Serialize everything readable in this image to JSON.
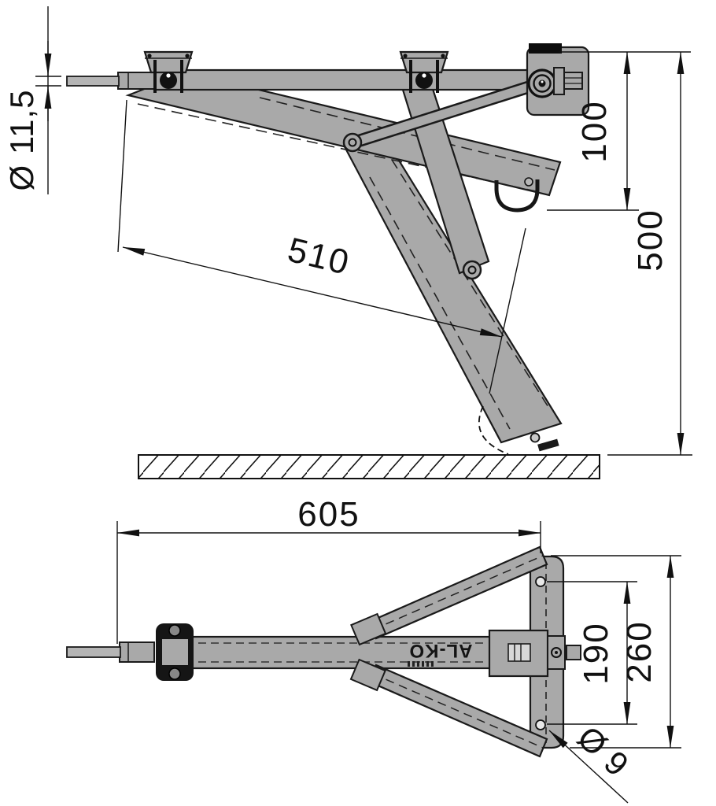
{
  "brand": {
    "label": "AL-KO"
  },
  "side_view": {
    "dim_spindle_diameter": "Ø 11,5",
    "dim_leg_length": "510",
    "dim_clip_height": "100",
    "dim_overall_height": "500"
  },
  "plan_view": {
    "dim_overall_length": "605",
    "dim_hole_spacing": "190",
    "dim_overall_width": "260",
    "dim_hole_diameter": "Ø 9"
  },
  "colors": {
    "part_fill": "#a9a9a9",
    "line": "#111111",
    "background": "#ffffff"
  }
}
